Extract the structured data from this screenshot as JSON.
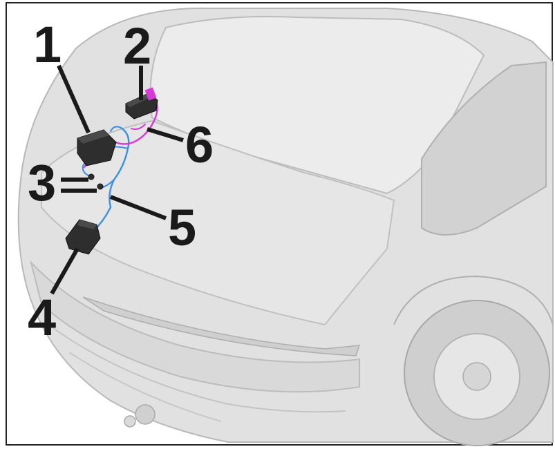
{
  "diagram": {
    "callouts": [
      {
        "id": "c1",
        "label": "1"
      },
      {
        "id": "c2",
        "label": "2"
      },
      {
        "id": "c3",
        "label": "3"
      },
      {
        "id": "c4",
        "label": "4"
      },
      {
        "id": "c5",
        "label": "5"
      },
      {
        "id": "c6",
        "label": "6"
      }
    ]
  },
  "colors": {
    "border": "#222222",
    "car_body": "#dcdcdc",
    "car_outline": "#b4b4b4",
    "leader_line": "#1a1a1a",
    "wire_blue": "#3a8ee6",
    "wire_magenta": "#d83ad8",
    "component": "#2e2e2e"
  }
}
